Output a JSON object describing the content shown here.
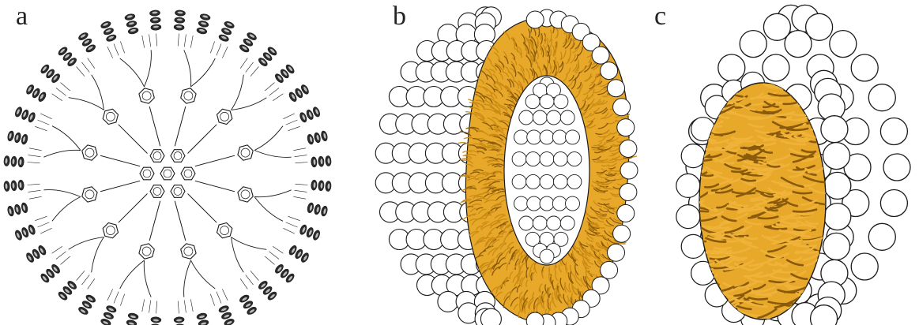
{
  "panels": {
    "a": {
      "label": "a"
    },
    "b": {
      "label": "b"
    },
    "c": {
      "label": "c"
    }
  },
  "colors": {
    "background": "#ffffff",
    "outline": "#1a1a1a",
    "head_fill": "#ffffff",
    "tail_fill": "#e8a92a",
    "tail_dark": "#8a5a0c",
    "end_group": "#2b2b2b"
  }
}
